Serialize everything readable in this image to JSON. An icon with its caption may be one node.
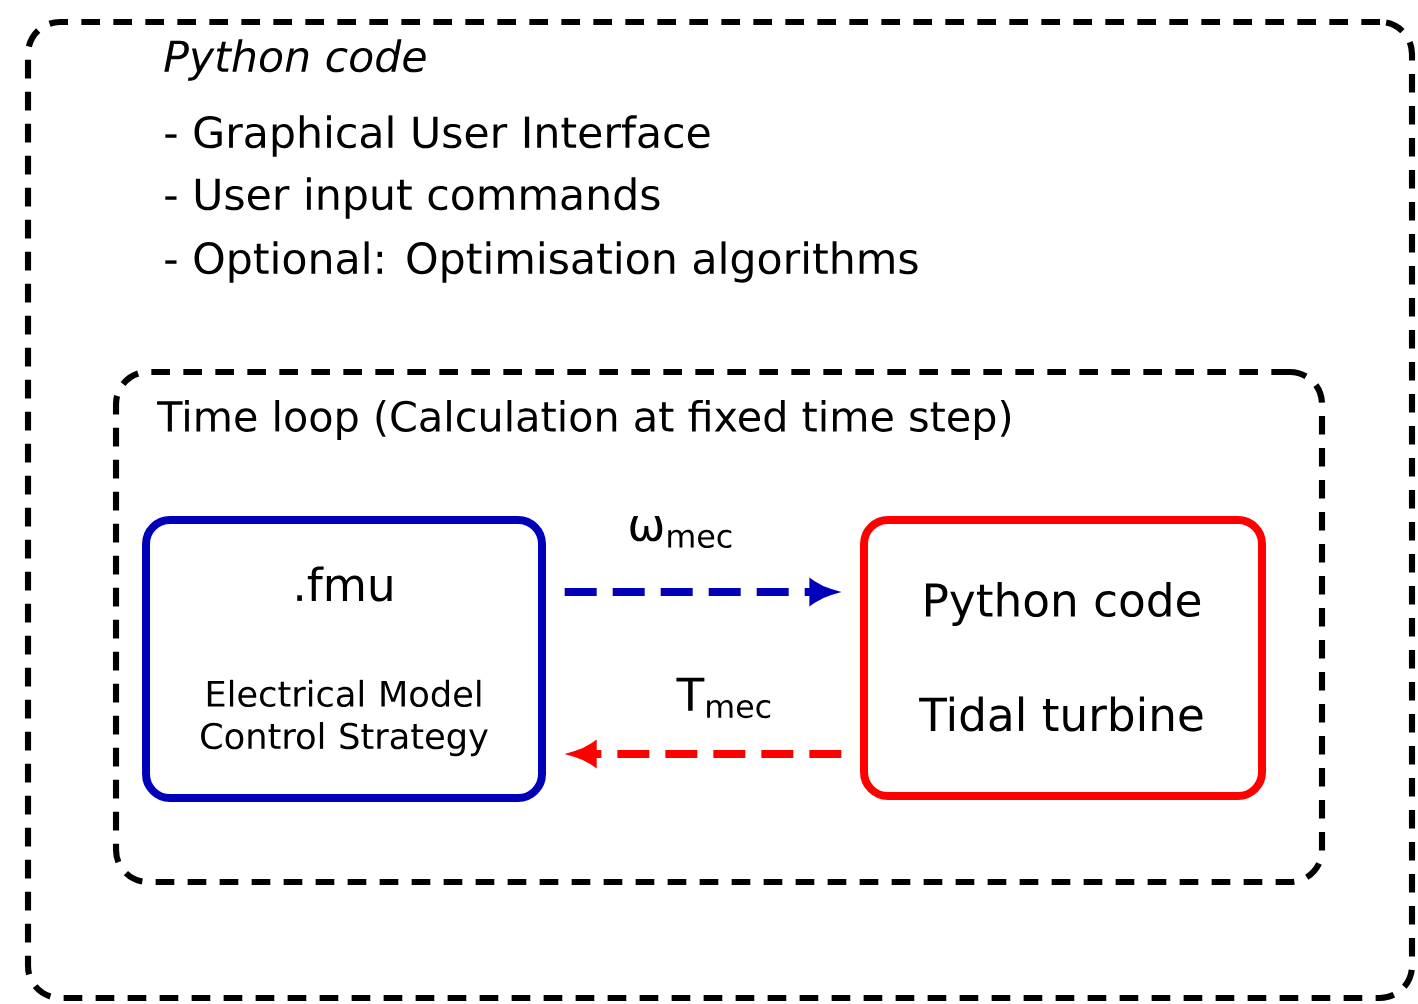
{
  "diagram": {
    "nodes": [
      {
        "text": [
          "Python code",
          "- Graphical User Interface",
          "- User input commands",
          "- Optional: Optimisation algorithms"
        ]
      },
      {
        "text": [
          "Time loop (Calculation at fixed time step)"
        ],
        "in": 0
      },
      {
        "text": [
          ".fmu",
          "Electrical Model Control Strategy"
        ],
        "in": 1
      },
      {
        "text": [
          "Python code",
          "Tidal turbine"
        ],
        "in": 1
      }
    ],
    "edges": [
      {
        "from": 2,
        "to": 3,
        "arrow": "to",
        "label": "ω$_{mec}$",
        "style": "dashed",
        "color": "#0000bb"
      },
      {
        "from": 3,
        "to": 2,
        "arrow": "to",
        "label": "T$_{mec}$",
        "style": "dashed",
        "color": "#ff0000"
      }
    ]
  }
}
